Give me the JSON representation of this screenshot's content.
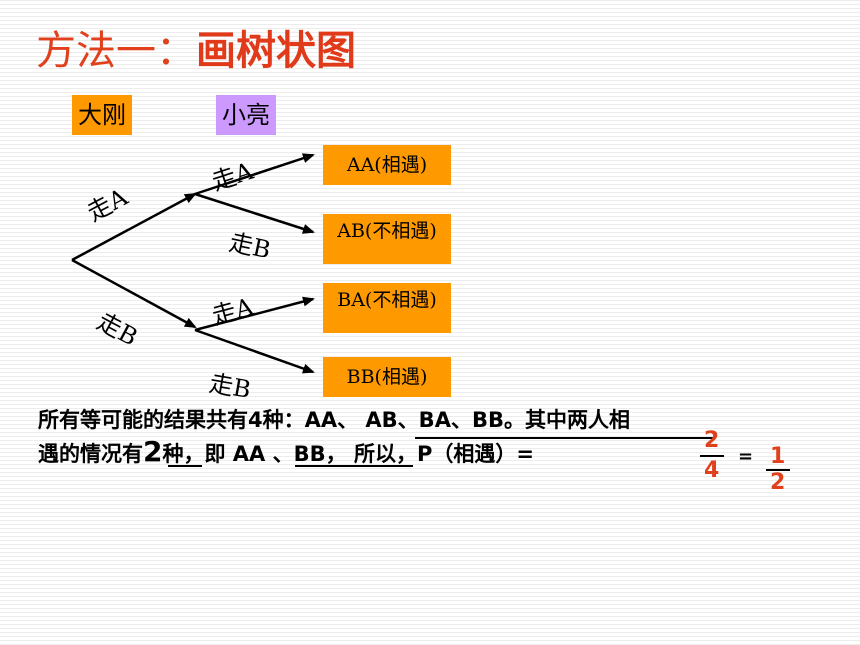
{
  "title": {
    "normal": "方法一：",
    "bold": "画树状图"
  },
  "persons": {
    "first": "大刚",
    "second": "小亮"
  },
  "persons_colors": {
    "first": "#ff9900",
    "second": "#cc99ff"
  },
  "edges": {
    "root_a": "走A",
    "root_b": "走B",
    "a_a": "走A",
    "a_b": "走B",
    "b_a": "走A",
    "b_b": "走B"
  },
  "outcomes": [
    {
      "text": "AA(相遇)"
    },
    {
      "text": "AB(不相遇)"
    },
    {
      "text": "BA(不相遇)"
    },
    {
      "text": "BB(相遇)"
    }
  ],
  "result": {
    "line1": "所有等可能的结果共有4种：AA、 AB、BA、BB。其中两人相",
    "line2_a": "遇的情况有",
    "count": "2",
    "line2_b": "种，即 ",
    "cases": "AA 、BB",
    "line2_c": "， 所以，P（相遇）=",
    "frac1_num": "2",
    "frac1_den": "4",
    "equals": "=",
    "frac2_num": "1",
    "frac2_den": "2"
  }
}
